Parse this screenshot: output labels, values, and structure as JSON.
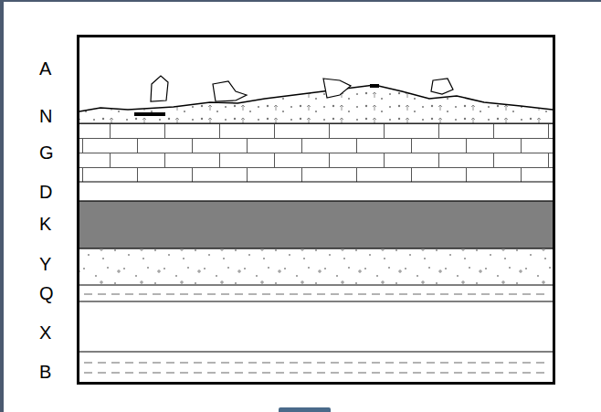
{
  "diagram": {
    "labels": [
      "A",
      "N",
      "G",
      "D",
      "K",
      "Y",
      "Q",
      "X",
      "B"
    ]
  }
}
